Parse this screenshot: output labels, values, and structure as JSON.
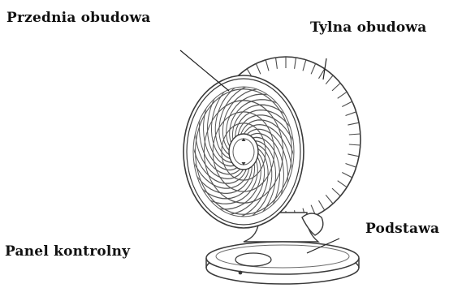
{
  "labels": {
    "front_housing": "Przednia obudowa",
    "rear_housing": "Tylna obudowa",
    "base": "Podstawa",
    "control_panel": "Panel kontrolny"
  },
  "colors": {
    "line": "#3a3a3a",
    "text": "#111111",
    "fill": "#ffffff"
  }
}
